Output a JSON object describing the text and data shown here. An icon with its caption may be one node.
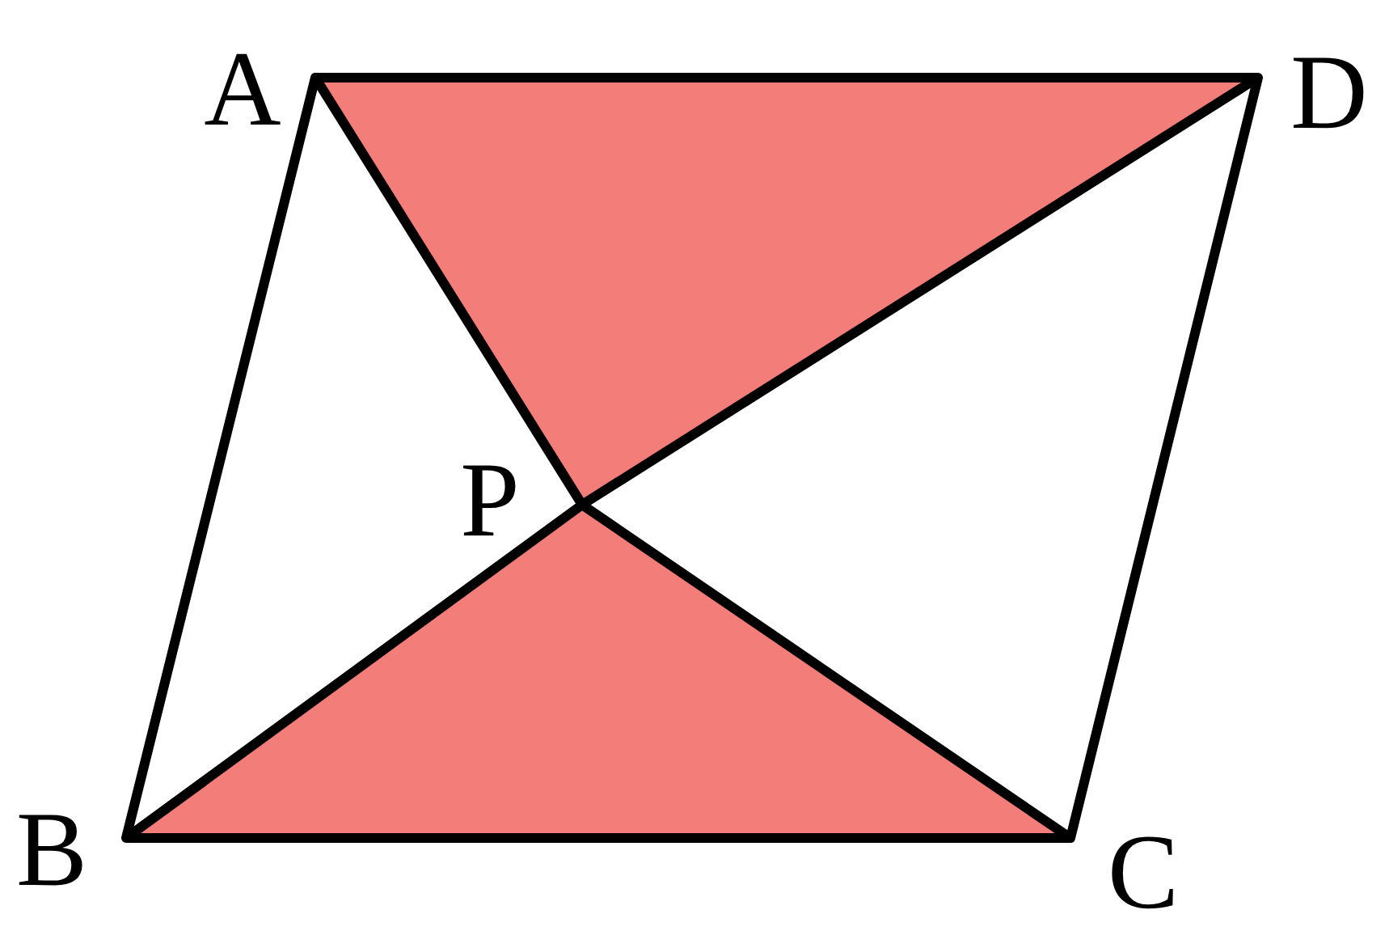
{
  "diagram": {
    "labels": [
      "A",
      "D",
      "P",
      "B",
      "C"
    ]
  }
}
